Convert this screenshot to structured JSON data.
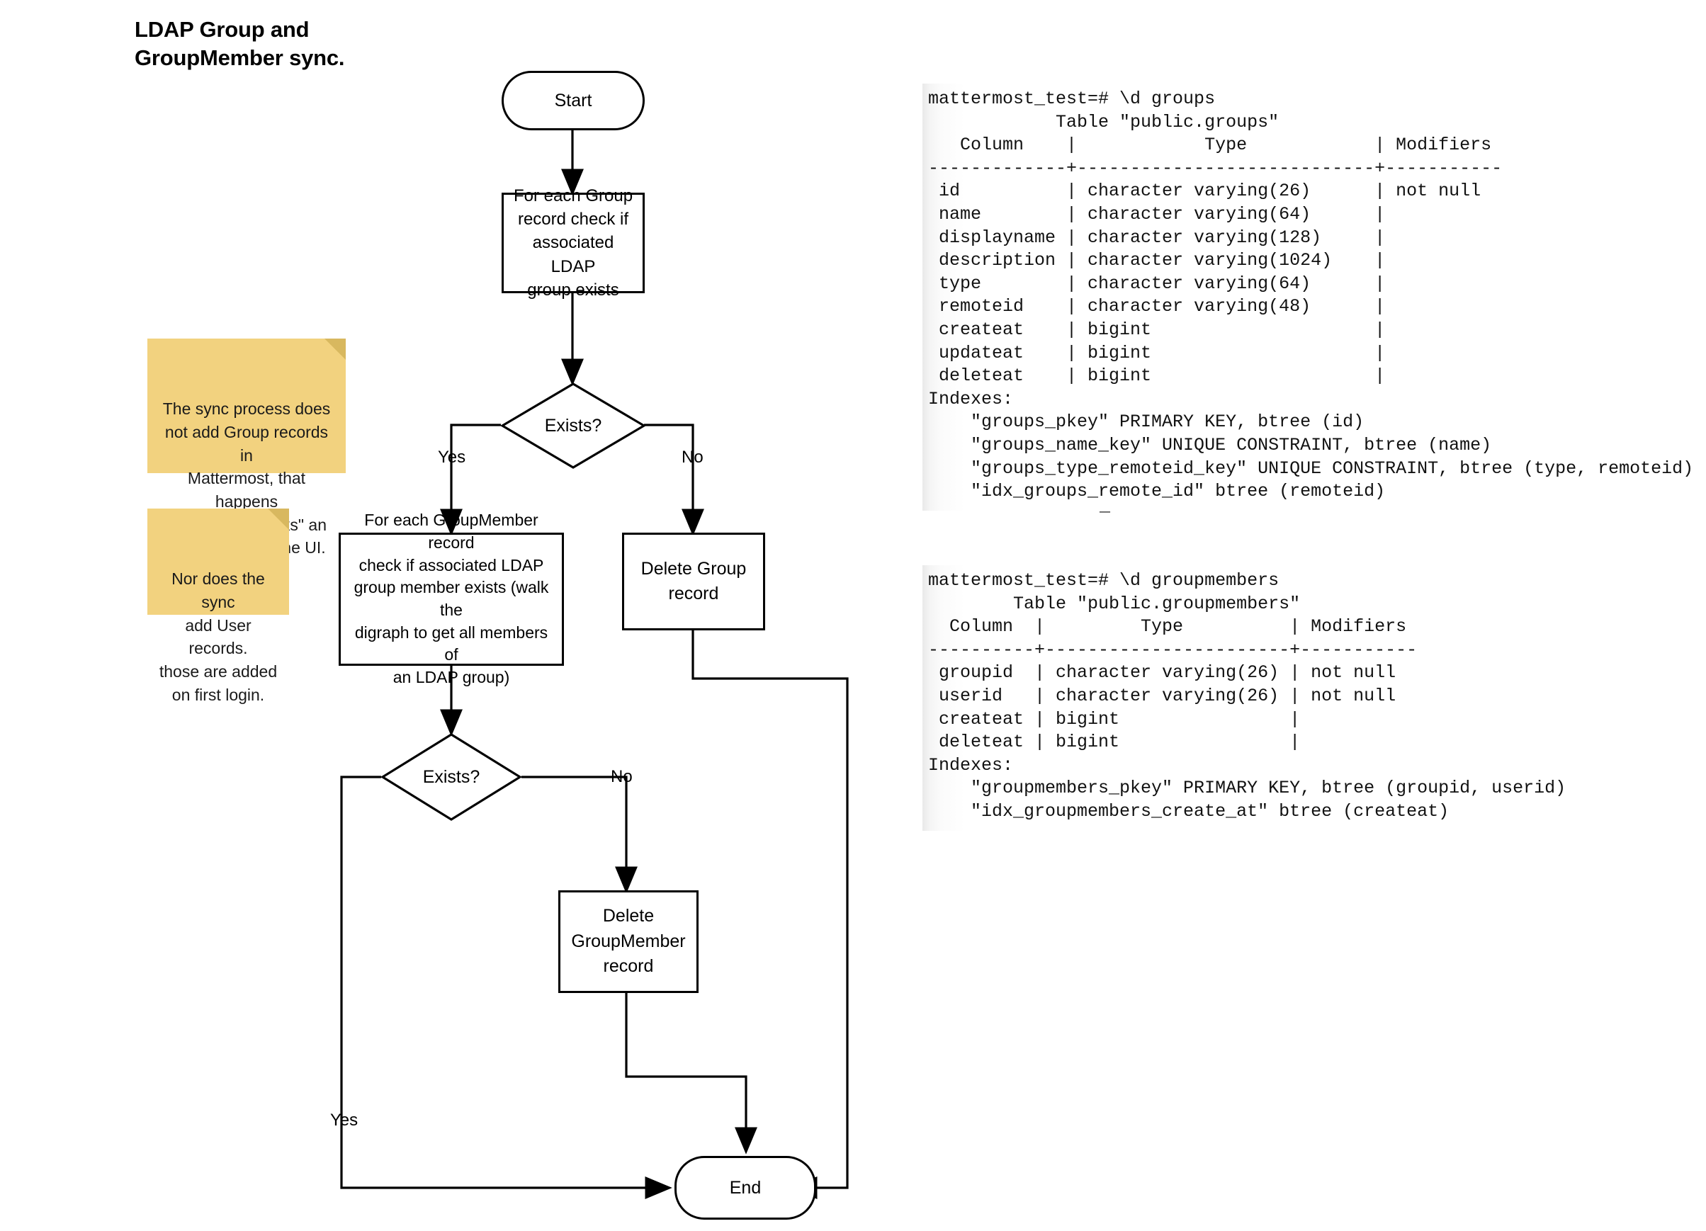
{
  "title": "LDAP Group and\nGroupMember sync.",
  "flowchart": {
    "nodes": {
      "start": "Start",
      "check_group": "For each Group\nrecord check if\nassociated LDAP\ngroup exists",
      "decision_group": "Exists?",
      "check_groupmember": "For each GroupMember record\ncheck if associated LDAP\ngroup member exists (walk the\ndigraph to get all members of\nan LDAP group)",
      "delete_group": "Delete Group\nrecord",
      "decision_groupmember": "Exists?",
      "delete_groupmember": "Delete\nGroupMember\nrecord",
      "end": "End"
    },
    "edge_labels": {
      "group_yes": "Yes",
      "group_no": "No",
      "member_no": "No",
      "member_yes": "Yes"
    }
  },
  "notes": [
    {
      "text": "The sync process does\nnot add Group records in\nMattermost, that happens\nwhen a user \"links\" an\nLDAP group in the UI."
    },
    {
      "text": "Nor does the sync\nadd User records.\nthose are added\non first login."
    }
  ],
  "terminals": [
    {
      "name": "groups-table",
      "text": "mattermost_test=# \\d groups\n            Table \"public.groups\"\n   Column    |            Type            | Modifiers\n-------------+----------------------------+-----------\n id          | character varying(26)      | not null\n name        | character varying(64)      |\n displayname | character varying(128)     |\n description | character varying(1024)    |\n type        | character varying(64)      |\n remoteid    | character varying(48)      |\n createat    | bigint                     |\n updateat    | bigint                     |\n deleteat    | bigint                     |\nIndexes:\n    \"groups_pkey\" PRIMARY KEY, btree (id)\n    \"groups_name_key\" UNIQUE CONSTRAINT, btree (name)\n    \"groups_type_remoteid_key\" UNIQUE CONSTRAINT, btree (type, remoteid)\n    \"idx_groups_remote_id\" btree (remoteid)",
      "cursor": "_"
    },
    {
      "name": "groupmembers-table",
      "text": "mattermost_test=# \\d groupmembers\n        Table \"public.groupmembers\"\n  Column  |         Type          | Modifiers\n----------+-----------------------+-----------\n groupid  | character varying(26) | not null\n userid   | character varying(26) | not null\n createat | bigint                |\n deleteat | bigint                |\nIndexes:\n    \"groupmembers_pkey\" PRIMARY KEY, btree (groupid, userid)\n    \"idx_groupmembers_create_at\" btree (createat)",
      "cursor": ""
    }
  ],
  "colors": {
    "stroke": "#000000",
    "note_fill": "#f2d27f",
    "note_fold": "#d8b85f",
    "background": "#ffffff"
  }
}
